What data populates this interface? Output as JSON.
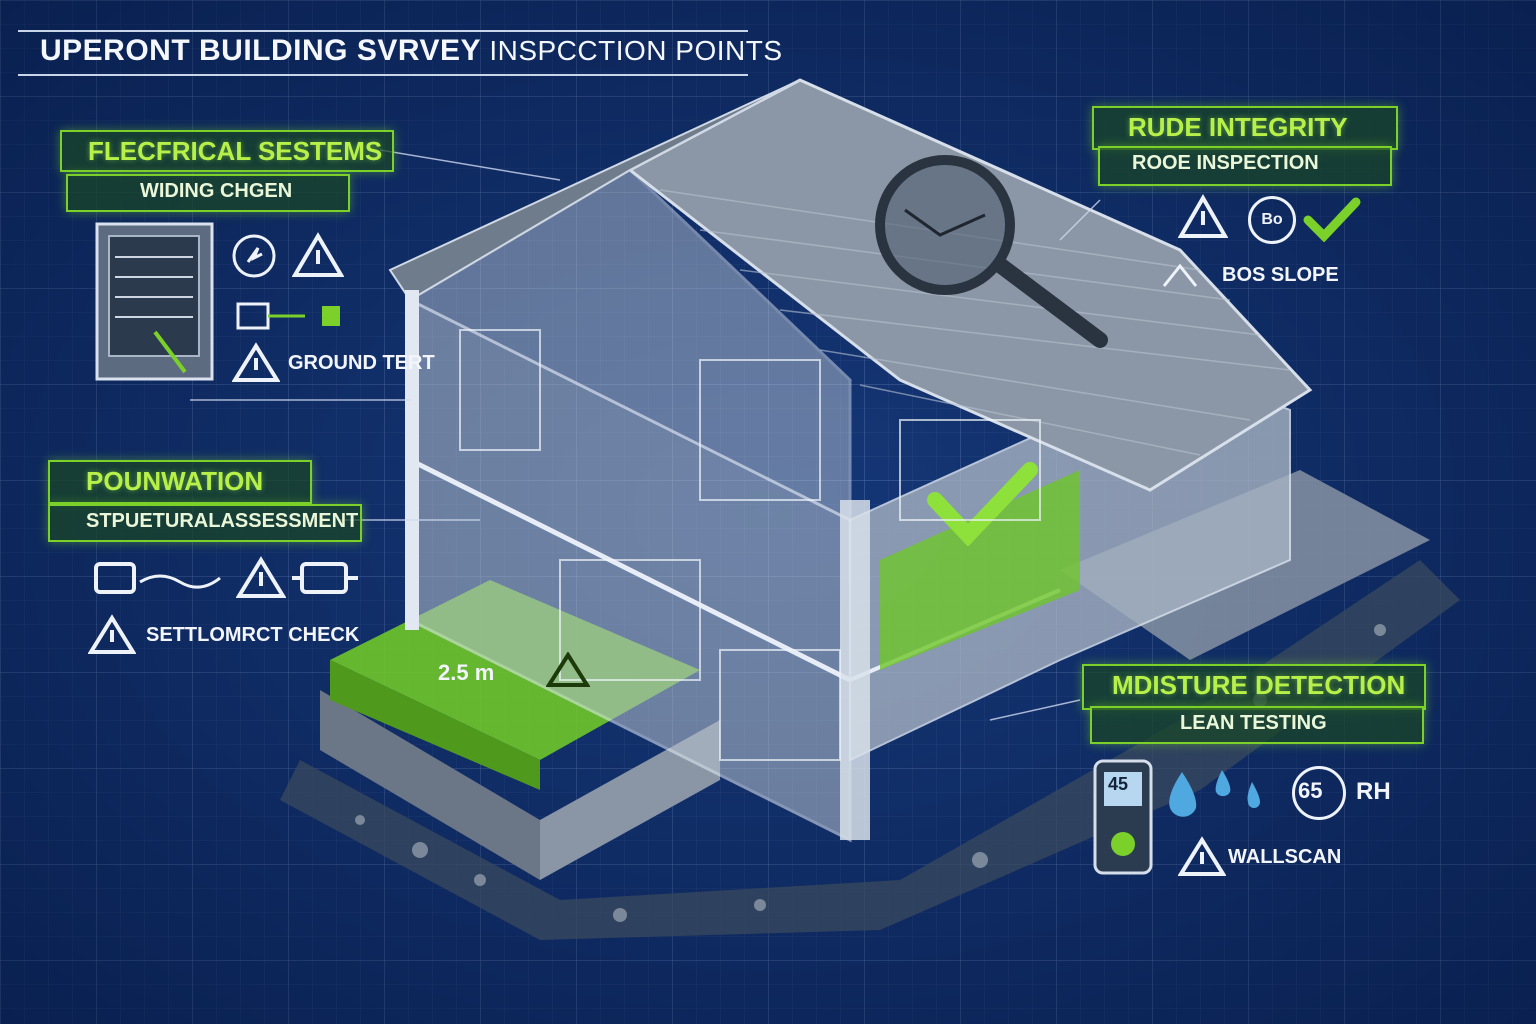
{
  "title": {
    "main": "UPERONT BUILDING SVRVEY",
    "sub": "INSPCCTION POINTS"
  },
  "electrical": {
    "heading": "FLECFRICAL SESTEMS",
    "subheading": "WIDING CHGEN",
    "ground_label": "GROUND TERT"
  },
  "roof": {
    "heading": "RUDE INTEGRITY",
    "subheading": "ROOE INSPECTION",
    "slope_label": "BOS SLOPE",
    "badge_text": "Bo"
  },
  "foundation": {
    "heading": "POUNWATION",
    "subheading": "STPUETURALASSESSMENT",
    "settlement_label": "SETTLOMRCT CHECK",
    "measure_label": "2.5 m"
  },
  "moisture": {
    "heading": "MDISTURE DETECTION",
    "subheading": "LEAN TESTING",
    "rh_value": "65",
    "rh_unit": "RH",
    "scan_label": "WALLSCAN",
    "meter_reading": "45"
  },
  "colors": {
    "accent": "#7bd12a",
    "background": "#0f2f6e",
    "text": "#f2f5fb"
  }
}
